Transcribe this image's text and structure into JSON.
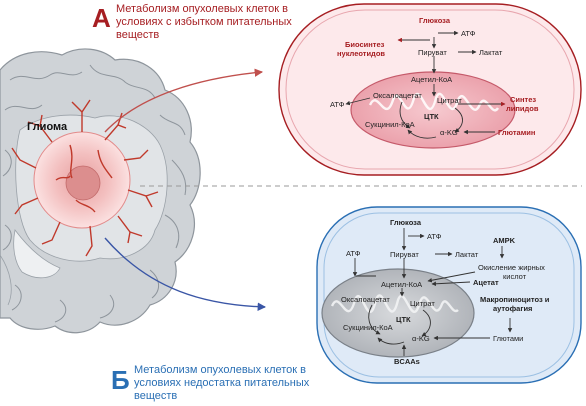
{
  "panel_a": {
    "letter": "А",
    "title_line1": "Метаболизм опухолевых клеток в",
    "title_line2": "условиях с избытком питательных",
    "title_line3": "веществ",
    "labels": {
      "glucose": "Глюкоза",
      "atp_top": "АТФ",
      "nucleotide_line1": "Биосинтез",
      "nucleotide_line2": "нуклеотидов",
      "pyruvate": "Пируват",
      "lactate": "Лактат",
      "acetyl_coa": "Ацетил-КоА",
      "oxaloacetate": "Оксалоацетат",
      "atp_left": "АТФ",
      "citrate": "Цитрат",
      "lipid_line1": "Синтез",
      "lipid_line2": "липидов",
      "tca": "ЦТК",
      "succinyl": "Сукцинил-КоА",
      "akg": "α-KG",
      "glutamine": "Глютамин"
    }
  },
  "panel_b": {
    "letter": "Б",
    "title_line1": "Метаболизм опухолевых клеток в",
    "title_line2": "условиях недостатка питательных",
    "title_line3": "веществ",
    "labels": {
      "glucose": "Глюкоза",
      "atp_top": "АТФ",
      "atp_left": "АТФ",
      "pyruvate": "Пируват",
      "lactate": "Лактат",
      "ampk": "AMPK",
      "fa_line1": "Окисление жирных",
      "fa_line2": "кислот",
      "acetyl_coa": "Ацетил-КоА",
      "acetate": "Ацетат",
      "oxaloacetate": "Оксалоацетат",
      "citrate": "Цитрат",
      "macro_line1": "Макропиноцитоз и",
      "macro_line2": "аутофагия",
      "tca": "ЦТК",
      "succinyl": "Сукцинил-КоА",
      "akg": "α-KG",
      "glutamine": "Глютами",
      "bcaas": "BCAAs"
    }
  },
  "brain": {
    "glioma_label": "Глиома"
  },
  "colors": {
    "panel_a_accent": "#a61e22",
    "panel_b_accent": "#2a6fb4",
    "panel_a_fill": "#fde9eb",
    "panel_b_fill": "#dfeaf7"
  }
}
